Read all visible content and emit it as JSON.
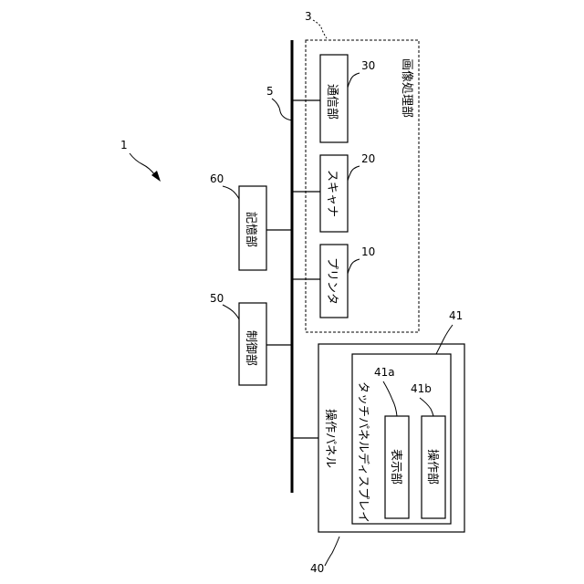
{
  "diagram": {
    "system_ref": "1",
    "bus_ref": "5",
    "image_processing": {
      "ref": "3",
      "label": "画像処理部"
    },
    "communication": {
      "ref": "30",
      "label": "通信部"
    },
    "scanner": {
      "ref": "20",
      "label": "スキャナ"
    },
    "printer": {
      "ref": "10",
      "label": "プリンタ"
    },
    "storage": {
      "ref": "60",
      "label": "記憶部"
    },
    "control": {
      "ref": "50",
      "label": "制御部"
    },
    "operation_panel": {
      "ref": "40",
      "label": "操作パネル"
    },
    "touch_panel": {
      "ref": "41",
      "label": "タッチパネルディスプレイ"
    },
    "display": {
      "ref": "41a",
      "label": "表示部"
    },
    "operation": {
      "ref": "41b",
      "label": "操作部"
    }
  }
}
